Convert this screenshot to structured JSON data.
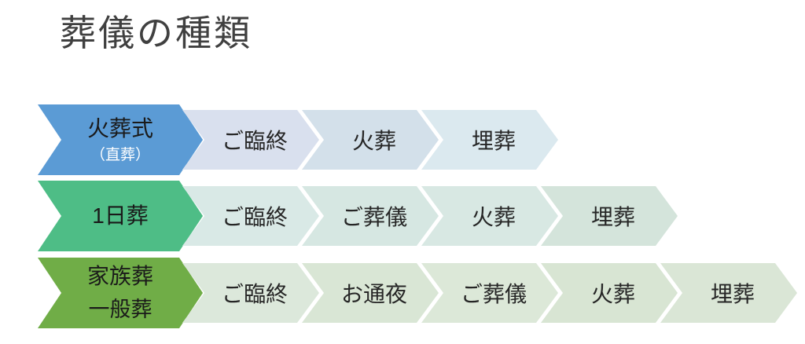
{
  "title": "葬儀の種類",
  "colors": {
    "background": "#ffffff",
    "title_text": "#404040",
    "step_text": "#262626",
    "row1_lead": "#5b9bd5",
    "row2_lead": "#4ebd86",
    "row3_lead": "#70ad47"
  },
  "rows": [
    {
      "lead": {
        "label": "火葬式",
        "sublabel": "（直葬）",
        "color": "#5b9bd5",
        "label_color": "#1a1a1a",
        "sublabel_color": "#ffffff",
        "sublabel_small": true
      },
      "steps": [
        {
          "label": "ご臨終",
          "color": "#d9e0ee"
        },
        {
          "label": "火葬",
          "color": "#d3e0ea"
        },
        {
          "label": "埋葬",
          "color": "#dbe9ef"
        }
      ]
    },
    {
      "lead": {
        "label": "1日葬",
        "color": "#4ebd86",
        "label_color": "#1a1a1a"
      },
      "steps": [
        {
          "label": "ご臨終",
          "color": "#d9e9e6"
        },
        {
          "label": "ご葬儀",
          "color": "#d6e7e2"
        },
        {
          "label": "火葬",
          "color": "#d8e8e3"
        },
        {
          "label": "埋葬",
          "color": "#d4e4db"
        }
      ]
    },
    {
      "lead": {
        "label": "家族葬",
        "sublabel": "一般葬",
        "color": "#70ad47",
        "label_color": "#1a1a1a",
        "sublabel_color": "#1a1a1a",
        "sublabel_small": false
      },
      "steps": [
        {
          "label": "ご臨終",
          "color": "#dce8db"
        },
        {
          "label": "お通夜",
          "color": "#d9e6d5"
        },
        {
          "label": "ご葬儀",
          "color": "#dce8d8"
        },
        {
          "label": "火葬",
          "color": "#d8e5d3"
        },
        {
          "label": "埋葬",
          "color": "#dae6d6"
        }
      ]
    }
  ]
}
